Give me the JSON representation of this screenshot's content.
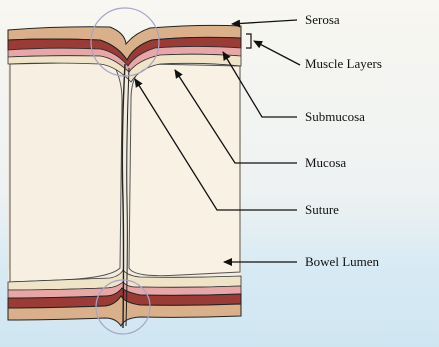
{
  "labels": {
    "serosa": "Serosa",
    "muscle_layers": "Muscle Layers",
    "submucosa": "Submucosa",
    "mucosa": "Mucosa",
    "suture": "Suture",
    "bowel_lumen": "Bowel Lumen"
  },
  "colors": {
    "paper": "#f7f6f0",
    "blue_wash": "#cfe6f1",
    "wall_fill": "#f3e9dc",
    "lumen_fill": "#f6efdf",
    "serosa_tan": "#d9b08a",
    "muscle_red": "#9b3b36",
    "submucosa_pink": "#e7a7a6",
    "mucosa_cream": "#efe3c8",
    "circle": "#a7a4c9",
    "line": "#111111"
  }
}
